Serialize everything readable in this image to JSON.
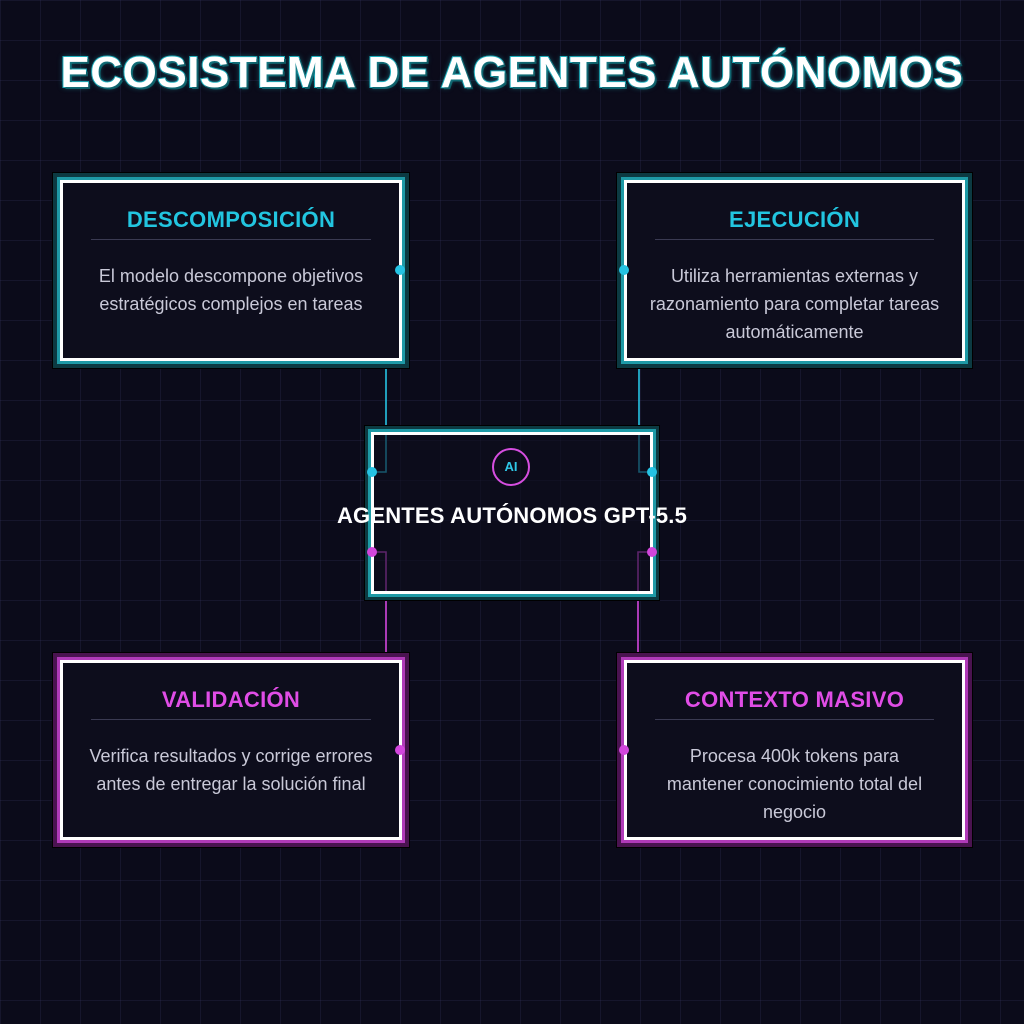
{
  "title": "ECOSISTEMA DE AGENTES AUTÓNOMOS",
  "center": {
    "badge": "AI",
    "label": "AGENTES AUTÓNOMOS GPT-5.5"
  },
  "cards": [
    {
      "title": "DESCOMPOSICIÓN",
      "text": "El modelo descompone objetivos estratégicos complejos en tareas"
    },
    {
      "title": "EJECUCIÓN",
      "text": "Utiliza herramientas externas y razonamiento para completar tareas automáticamente"
    },
    {
      "title": "VALIDACIÓN",
      "text": "Verifica resultados y corrige errores antes de entregar la solución final"
    },
    {
      "title": "CONTEXTO MASIVO",
      "text": "Procesa 400k tokens para mantener conocimiento total del negocio"
    }
  ],
  "colors": {
    "background": "#0b0b1a",
    "cyan_accent": "#22c5e0",
    "magenta_accent": "#e04de6",
    "card_border": "#ffffff"
  }
}
